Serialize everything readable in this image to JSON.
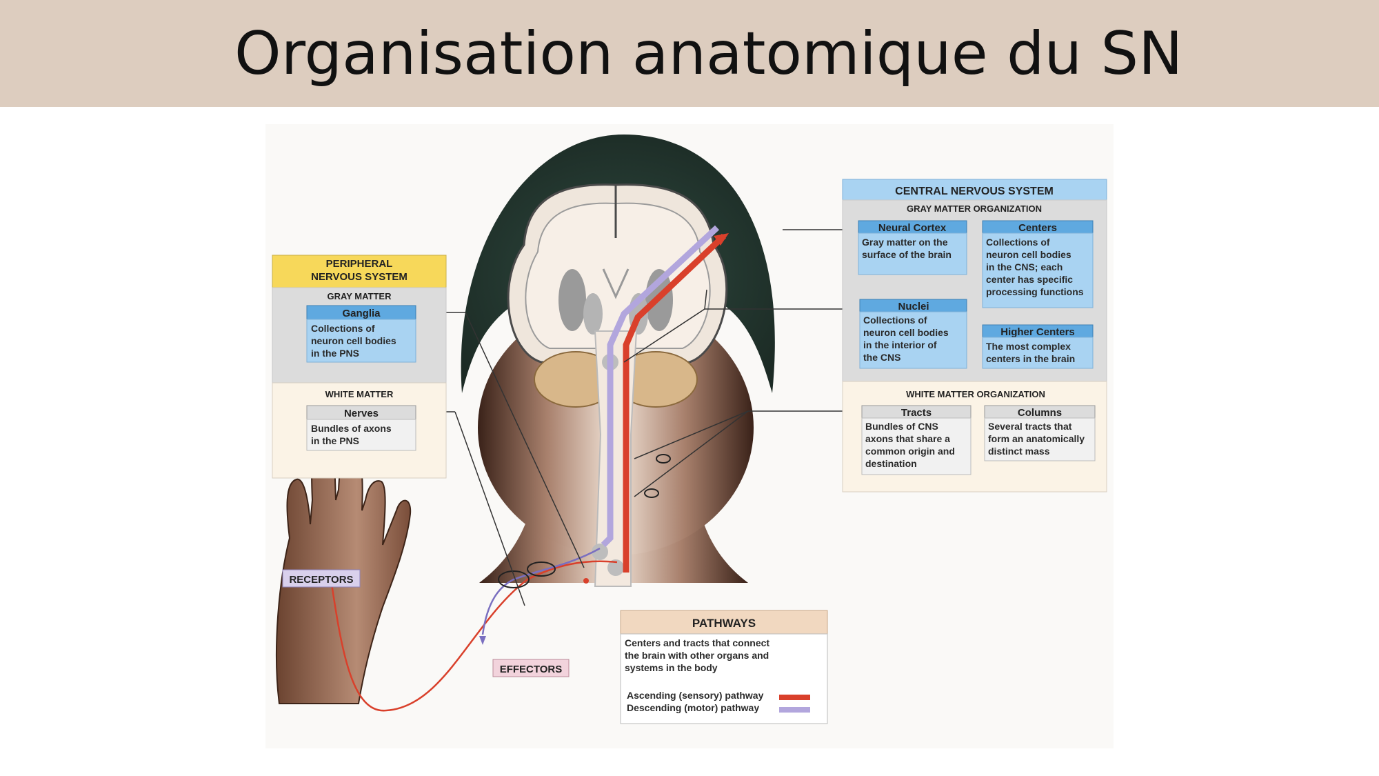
{
  "slide": {
    "title": "Organisation anatomique du SN"
  },
  "pns": {
    "header": [
      "PERIPHERAL",
      "NERVOUS SYSTEM"
    ],
    "gray_matter": "GRAY MATTER",
    "ganglia": {
      "title": "Ganglia",
      "lines": [
        "Collections of",
        "neuron cell bodies",
        "in the PNS"
      ]
    },
    "white_matter": "WHITE MATTER",
    "nerves": {
      "title": "Nerves",
      "lines": [
        "Bundles of axons",
        "in the PNS"
      ]
    }
  },
  "cns": {
    "header": "CENTRAL NERVOUS SYSTEM",
    "gray_org": "GRAY MATTER ORGANIZATION",
    "neural_cortex": {
      "title": "Neural Cortex",
      "lines": [
        "Gray matter on the",
        "surface of the brain"
      ]
    },
    "centers": {
      "title": "Centers",
      "lines": [
        "Collections of",
        "neuron cell bodies",
        "in the CNS; each",
        "center has specific",
        "processing functions"
      ]
    },
    "nuclei": {
      "title": "Nuclei",
      "lines": [
        "Collections of",
        "neuron cell bodies",
        "in the interior of",
        "the CNS"
      ]
    },
    "higher_centers": {
      "title": "Higher Centers",
      "lines": [
        "The most complex",
        "centers in the brain"
      ]
    },
    "white_org": "WHITE MATTER ORGANIZATION",
    "tracts": {
      "title": "Tracts",
      "lines": [
        "Bundles of CNS",
        "axons that share a",
        "common origin and",
        "destination"
      ]
    },
    "columns": {
      "title": "Columns",
      "lines": [
        "Several tracts that",
        "form an anatomically",
        "distinct mass"
      ]
    }
  },
  "pathways": {
    "title": "PATHWAYS",
    "lines": [
      "Centers and tracts that connect",
      "the brain with other organs and",
      "systems in the body"
    ],
    "ascending": "Ascending (sensory) pathway",
    "descending": "Descending (motor) pathway"
  },
  "receptors": "RECEPTORS",
  "effectors": "EFFECTORS",
  "colors": {
    "band": "#ddcdbf",
    "pns_header": "#f7d85a",
    "box_blue": "#a9d3f2",
    "box_head_blue": "#5fa9e0",
    "ascending": "#d9402b",
    "descending": "#b2a6dd"
  }
}
